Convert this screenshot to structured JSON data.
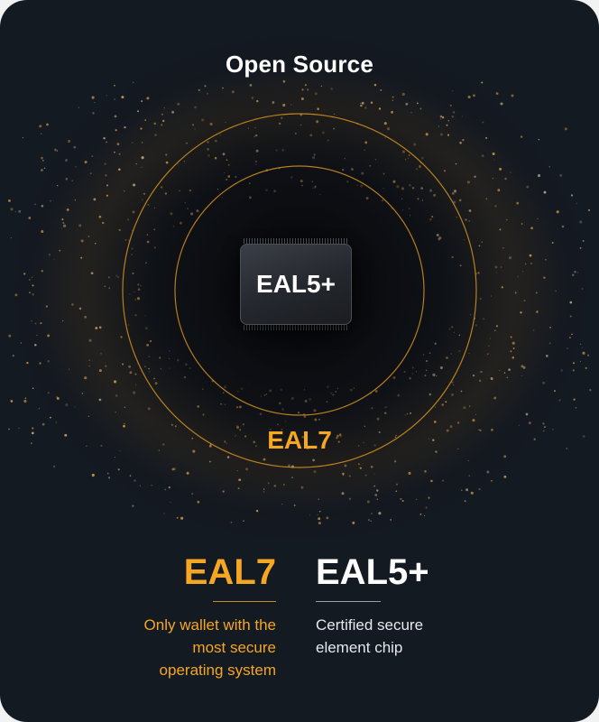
{
  "header": {
    "title": "Open Source"
  },
  "graphic": {
    "chip_label": "EAL5+",
    "ring_label": "EAL7"
  },
  "comparison": {
    "left": {
      "heading": "EAL7",
      "description_lines": [
        "Only wallet with the",
        "most secure",
        "operating system"
      ]
    },
    "right": {
      "heading": "EAL5+",
      "description_lines": [
        "Certified secure",
        "element chip"
      ]
    }
  },
  "colors": {
    "accent_orange": "#f5a623",
    "background": "#141a22",
    "text_primary": "#ffffff"
  }
}
